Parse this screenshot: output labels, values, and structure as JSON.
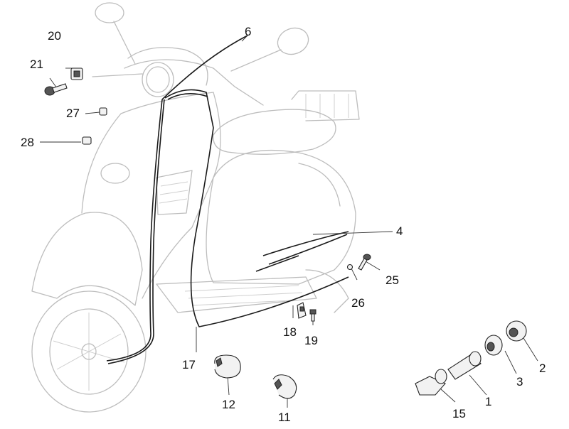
{
  "labels": {
    "p1": "1",
    "p2": "2",
    "p3": "3",
    "p4": "4",
    "p6": "6",
    "p11": "11",
    "p12": "12",
    "p15": "15",
    "p17": "17",
    "p18": "18",
    "p19": "19",
    "p20": "20",
    "p21": "21",
    "p25": "25",
    "p26": "26",
    "p27": "27",
    "p28": "28"
  },
  "colors": {
    "outline": "#bdbdbd",
    "cable": "#1a1a1a",
    "text": "#111111"
  }
}
